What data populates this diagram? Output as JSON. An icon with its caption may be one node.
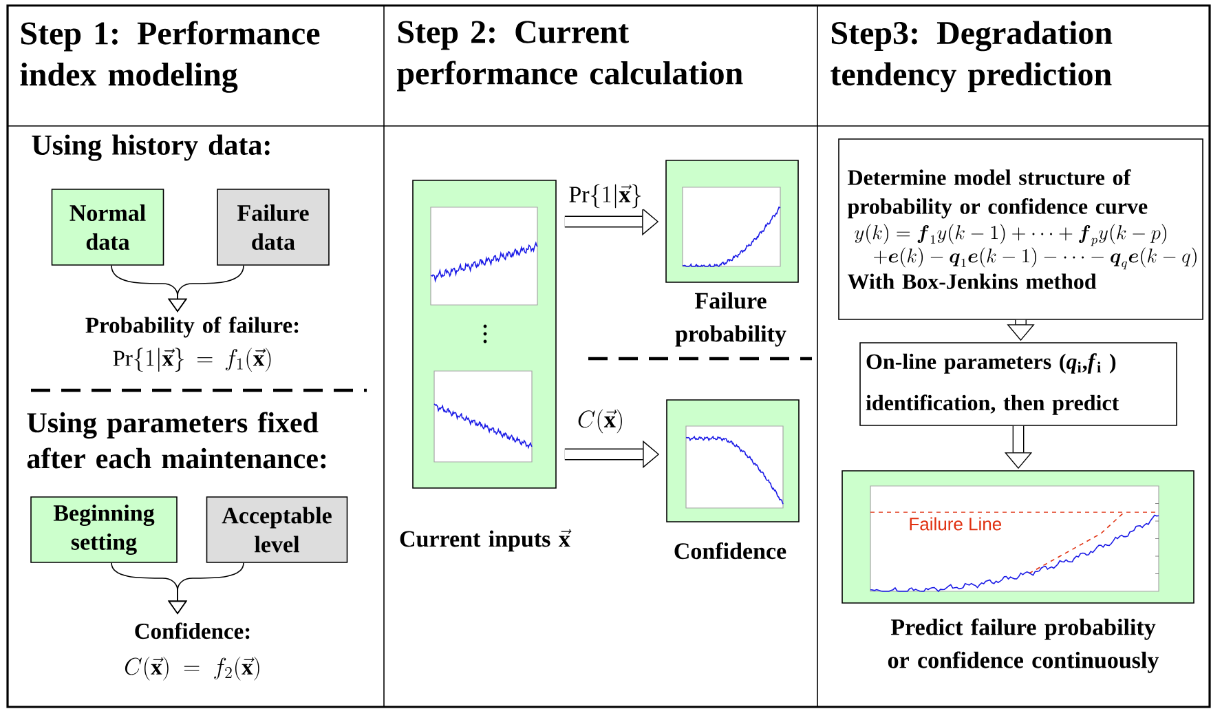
{
  "diagram": {
    "nodes": [
      {
        "text": [
          "Normal data"
        ]
      },
      {
        "text": [
          "Failure data"
        ]
      },
      {
        "text": [
          "Probability of failure:",
          "\\Pr\\{1|\\vec{\\mathbf{x}}\\}=f_1(\\vec{\\mathbf{x}})"
        ]
      },
      {
        "text": [
          "Beginning setting"
        ]
      },
      {
        "text": [
          "Acceptable level"
        ]
      },
      {
        "text": [
          "Confidence:",
          "C(\\vec{\\mathbf{x}})=f_2(\\vec{\\mathbf{x}})"
        ]
      },
      {
        "text": [],
        "shape": "picture",
        "beside": [
          "\\textbf{Current inputs }\\vec{\\mathbf{x}}"
        ]
      },
      {
        "text": [],
        "shape": "picture",
        "beside": [
          "Failure probability"
        ]
      },
      {
        "text": [],
        "shape": "picture",
        "beside": [
          "Confidence"
        ]
      },
      {
        "text": [
          "Determine model structure of probability or confidence curve",
          "\\begin{array}{l}y(k)=\\boldsymbol{f}_1y(k-1)+\\cdots+\\boldsymbol{f}_py(k-p)\\\\ \\quad+\\boldsymbol{e}(k)-\\boldsymbol{q}_1\\boldsymbol{e}(k-1)-\\cdots-\\boldsymbol{q}_q\\boldsymbol{e}(k-q)\\end{array}",
          "With Box-Jenkins method"
        ]
      },
      {
        "text": [
          "On-line parameters (*q*$_{i}$,*f*$_{i}$ ) identification, then predict"
        ]
      },
      {
        "text": [],
        "shape": "picture",
        "beside": [
          "Predict failure probability or confidence continuously"
        ]
      }
    ],
    "edges": [
      {
        "from": 0,
        "to": 2,
        "arrow": "to"
      },
      {
        "from": 1,
        "to": 2,
        "arrow": "to"
      },
      {
        "from": 3,
        "to": 5,
        "arrow": "to"
      },
      {
        "from": 4,
        "to": 5,
        "arrow": "to"
      },
      {
        "from": 6,
        "to": 7,
        "arrow": "to",
        "label": "\\Pr\\{1|\\vec{\\mathbf{x}}\\}",
        "style": "thick"
      },
      {
        "from": 6,
        "to": 8,
        "arrow": "to",
        "label": "C(\\vec{\\mathbf{x}})",
        "style": "thick"
      },
      {
        "from": 9,
        "to": 10,
        "arrow": "to",
        "style": "thick"
      },
      {
        "from": 10,
        "to": 11,
        "arrow": "to",
        "style": "thick"
      }
    ],
    "labels": [
      "Step 1: Performance index modeling",
      "Step 2: Current performance calculation",
      "Step3: Degradation tendency prediction",
      "Using history data:",
      "Using parameters fixed after each maintenance:",
      "Failure Line"
    ]
  }
}
